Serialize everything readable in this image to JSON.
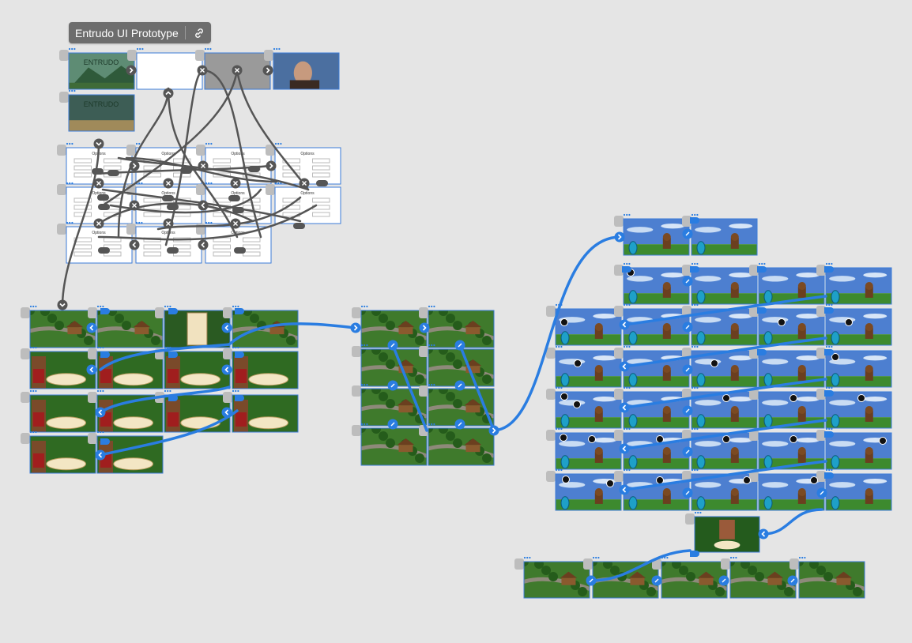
{
  "project": {
    "title": "Entrudo UI Prototype",
    "link_icon": "link-icon"
  },
  "screens": {
    "intro_logo_text": "ENTRUDO",
    "options_title": "Options"
  },
  "colors": {
    "canvas": "#e5e5e5",
    "connector_selected": "#2a7de1",
    "connector_other": "#555555",
    "frame_border": "#3b7bd8",
    "chip": "#6d6d6d"
  }
}
